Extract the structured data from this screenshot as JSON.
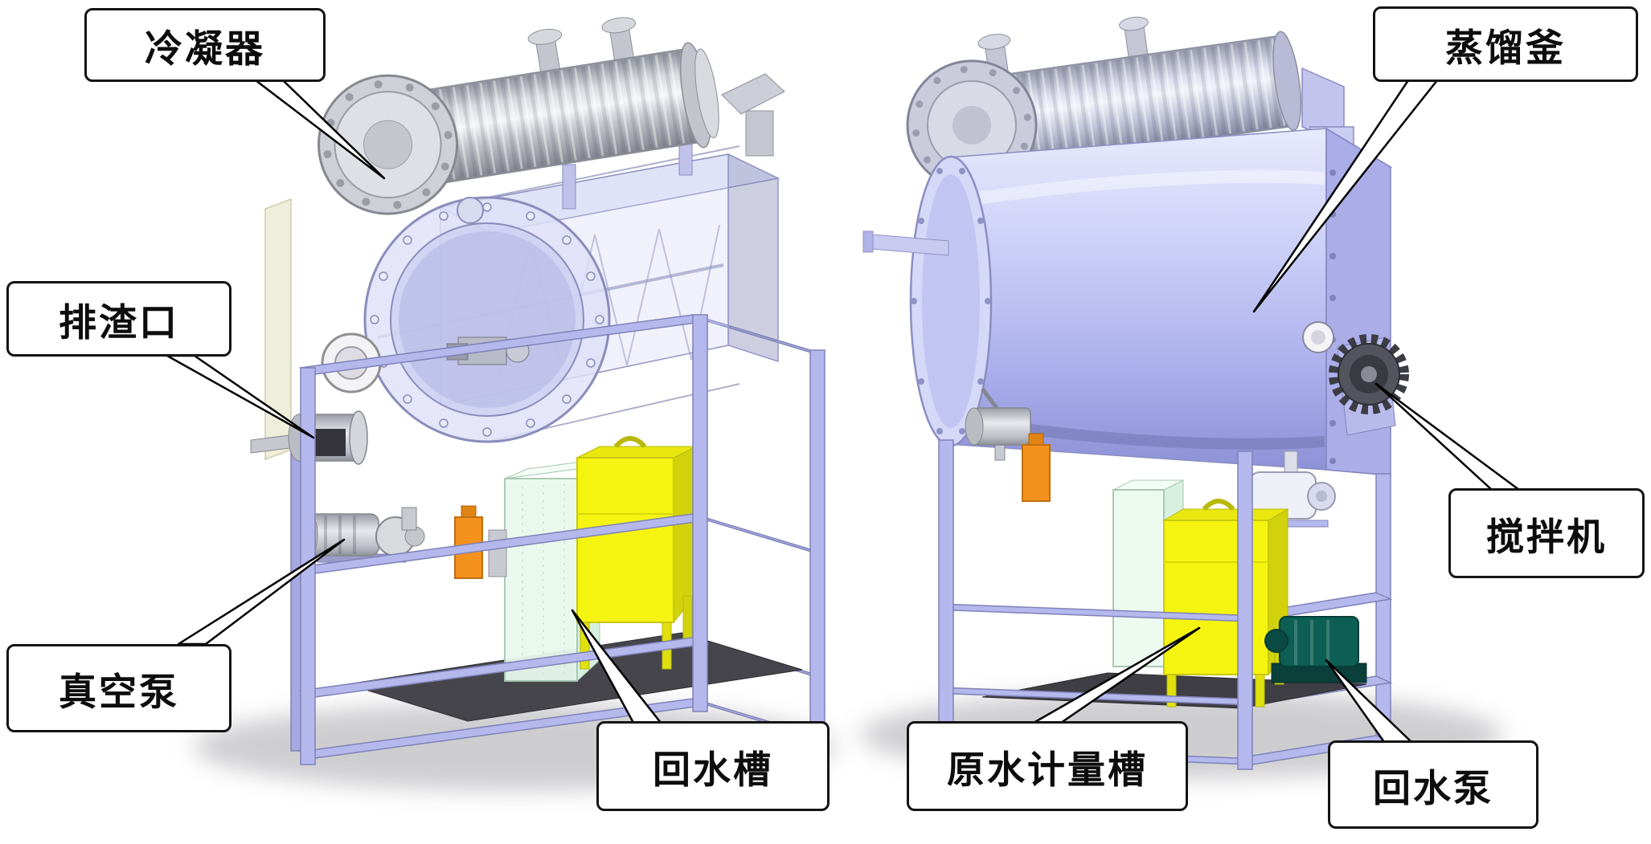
{
  "labels": {
    "condenser": "冷凝器",
    "slag_outlet": "排渣口",
    "vacuum_pump": "真空泵",
    "return_water_tank": "回水槽",
    "distillation_kettle": "蒸馏釜",
    "agitator": "搅拌机",
    "raw_water_metering_tank": "原水计量槽",
    "return_water_pump": "回水泵"
  },
  "colors": {
    "background": "#ffffff",
    "frame_lavender": "#b5b8ec",
    "vessel_lavender": "#c4c7f2",
    "tank_yellow": "#f4f410",
    "tank_green_white": "#e9f9ee",
    "pump_teal": "#0d5e54",
    "accent_orange": "#f5911d",
    "steel_gray": "#d0d2d8",
    "label_border": "#141414"
  },
  "diagram": {
    "type": "annotated-equipment-illustration",
    "views": [
      {
        "name": "left-view-exploded",
        "callouts": [
          "condenser",
          "slag_outlet",
          "vacuum_pump",
          "return_water_tank"
        ]
      },
      {
        "name": "right-view-assembled",
        "callouts": [
          "distillation_kettle",
          "agitator",
          "raw_water_metering_tank",
          "return_water_pump"
        ]
      }
    ]
  }
}
